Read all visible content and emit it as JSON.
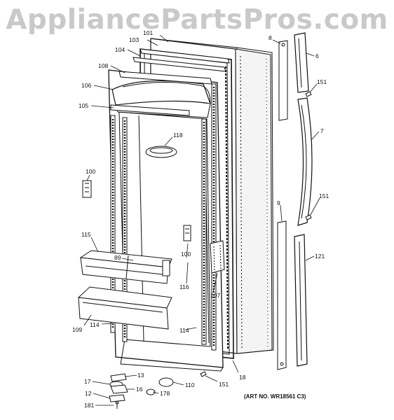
{
  "watermark": "AppliancePartsPros.com",
  "art_number": "(ART NO. WR18561 C3)",
  "callouts": [
    {
      "id": "c-101",
      "text": "101"
    },
    {
      "id": "c-103",
      "text": "103"
    },
    {
      "id": "c-104",
      "text": "104"
    },
    {
      "id": "c-108",
      "text": "108"
    },
    {
      "id": "c-106",
      "text": "106"
    },
    {
      "id": "c-105",
      "text": "105"
    },
    {
      "id": "c-118",
      "text": "118"
    },
    {
      "id": "c-100a",
      "text": "100"
    },
    {
      "id": "c-115",
      "text": "115"
    },
    {
      "id": "c-89",
      "text": "89"
    },
    {
      "id": "c-100b",
      "text": "100"
    },
    {
      "id": "c-116",
      "text": "116"
    },
    {
      "id": "c-107",
      "text": "107"
    },
    {
      "id": "c-109",
      "text": "109"
    },
    {
      "id": "c-114a",
      "text": "114"
    },
    {
      "id": "c-114b",
      "text": "114"
    },
    {
      "id": "c-8",
      "text": "8"
    },
    {
      "id": "c-6",
      "text": "6"
    },
    {
      "id": "c-151a",
      "text": "151"
    },
    {
      "id": "c-7",
      "text": "7"
    },
    {
      "id": "c-151b",
      "text": "151"
    },
    {
      "id": "c-9",
      "text": "9"
    },
    {
      "id": "c-121",
      "text": "121"
    },
    {
      "id": "c-18",
      "text": "18"
    },
    {
      "id": "c-151c",
      "text": "151"
    },
    {
      "id": "c-13",
      "text": "13"
    },
    {
      "id": "c-17",
      "text": "17"
    },
    {
      "id": "c-16",
      "text": "16"
    },
    {
      "id": "c-12",
      "text": "12"
    },
    {
      "id": "c-181",
      "text": "181"
    },
    {
      "id": "c-178",
      "text": "178"
    },
    {
      "id": "c-110",
      "text": "110"
    }
  ]
}
